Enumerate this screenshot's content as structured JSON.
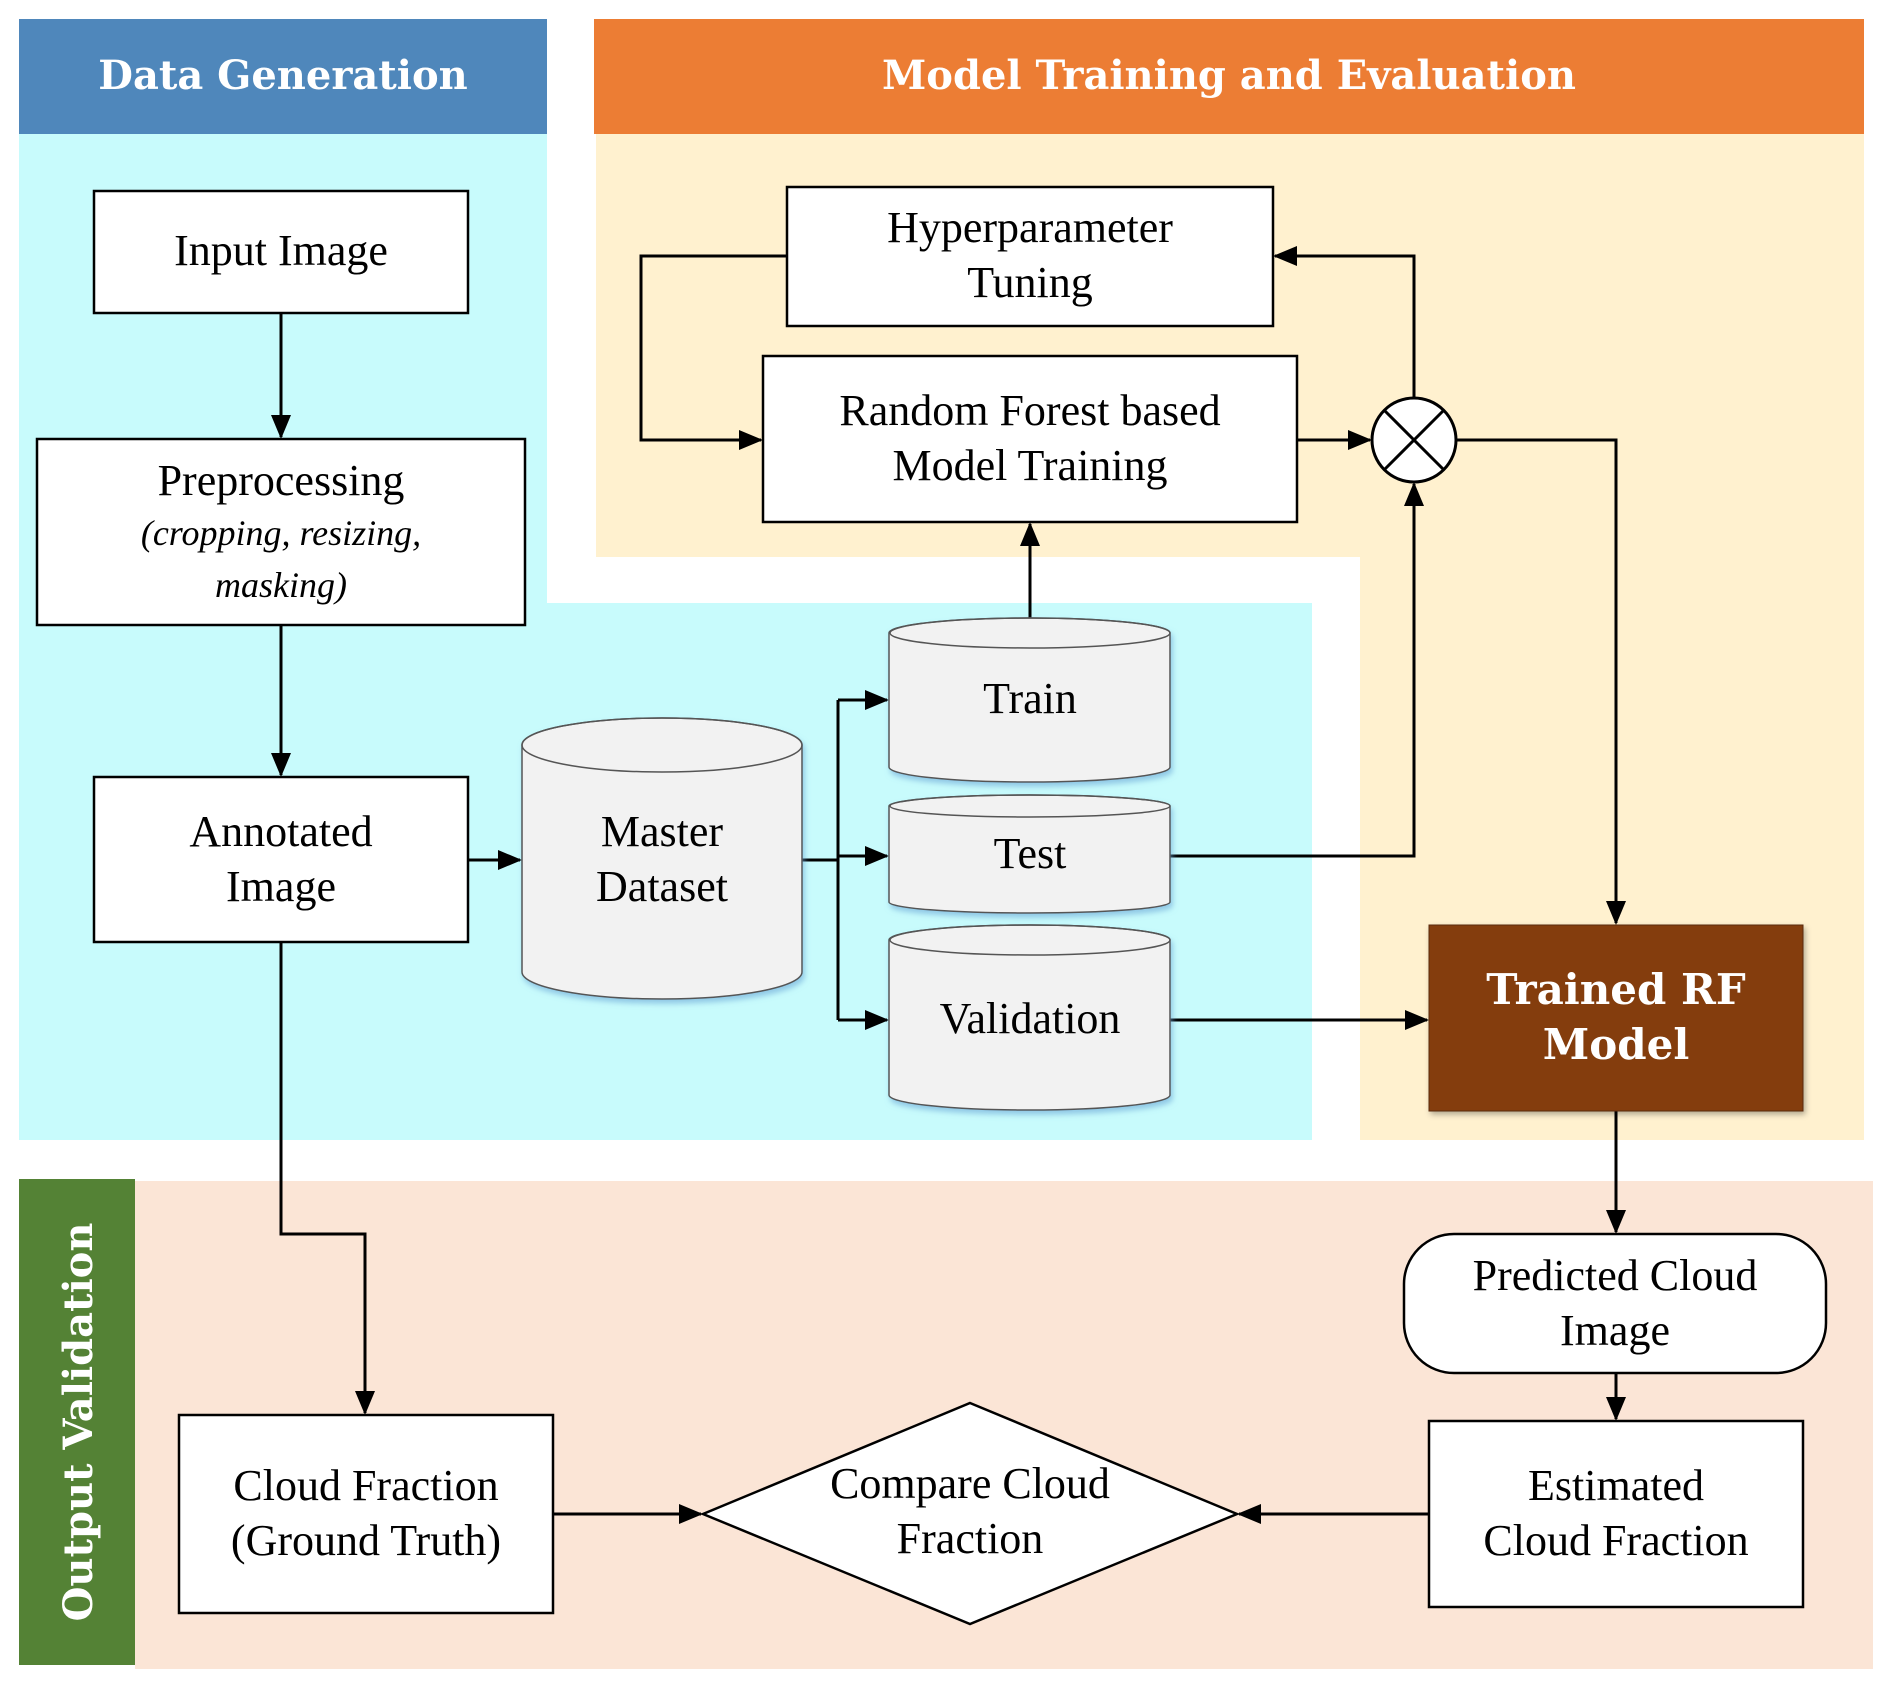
{
  "sections": {
    "data_generation": {
      "title": "Data Generation",
      "header_color": "#4f87bb",
      "bg_color": "#c8fbfc"
    },
    "model_training": {
      "title": "Model Training and Evaluation",
      "header_color": "#ec7d34",
      "bg_color": "#fff1cf"
    },
    "output_validation": {
      "title": "Output Validation",
      "header_color": "#548235",
      "bg_color": "#fbe5d6"
    }
  },
  "nodes": {
    "input_image": {
      "label": "Input Image"
    },
    "preprocessing": {
      "label": "Preprocessing",
      "detail_line1": "(cropping, resizing,",
      "detail_line2": "masking)"
    },
    "annotated_image": {
      "line1": "Annotated",
      "line2": "Image"
    },
    "master_dataset": {
      "line1": "Master",
      "line2": "Dataset"
    },
    "train": {
      "label": "Train"
    },
    "test": {
      "label": "Test"
    },
    "validation": {
      "label": "Validation"
    },
    "hyperparameter_tuning": {
      "line1": "Hyperparameter",
      "line2": "Tuning"
    },
    "rf_training": {
      "line1": "Random Forest based",
      "line2": "Model Training"
    },
    "trained_rf_model": {
      "line1": "Trained RF",
      "line2": "Model",
      "color": "#843c0c"
    },
    "predicted_cloud_image": {
      "line1": "Predicted Cloud",
      "line2": "Image"
    },
    "estimated_cloud_fraction": {
      "line1": "Estimated",
      "line2": "Cloud Fraction"
    },
    "ground_truth": {
      "line1": "Cloud Fraction",
      "line2": "(Ground Truth)"
    },
    "compare": {
      "line1": "Compare Cloud",
      "line2": "Fraction"
    }
  }
}
